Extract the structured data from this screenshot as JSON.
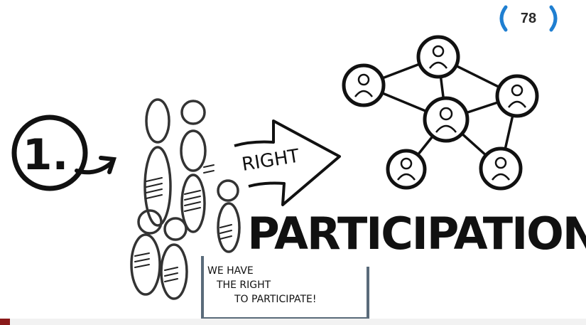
{
  "slide_number": "78",
  "step_label": "1.",
  "arrow_label": "RIGHT",
  "title": "PARTICIPATION",
  "note": {
    "line1": "WE HAVE",
    "line2": "THE RIGHT",
    "line3": "TO PARTICIPATE!"
  },
  "colors": {
    "badge_accent": "#1f7fd1",
    "ink": "#111111",
    "note_border": "#5a6b7a"
  },
  "icons": [
    "circled-number-icon",
    "curved-arrow-icon",
    "people-group-icon",
    "big-arrow-icon",
    "network-icon",
    "person-node-icon"
  ]
}
